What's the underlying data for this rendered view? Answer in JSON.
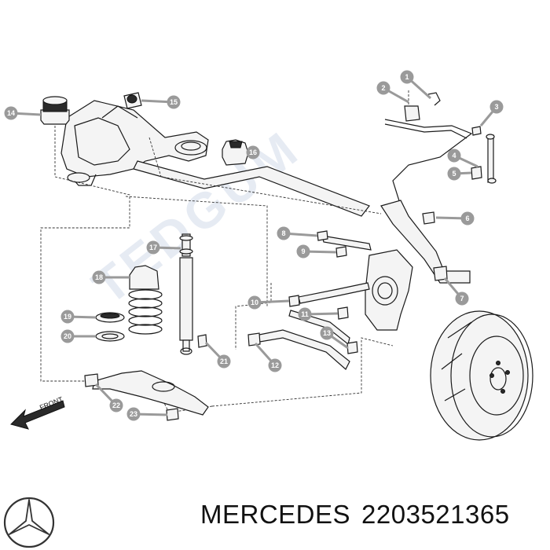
{
  "callouts": [
    {
      "n": "1"
    },
    {
      "n": "2"
    },
    {
      "n": "3"
    },
    {
      "n": "4"
    },
    {
      "n": "5"
    },
    {
      "n": "6"
    },
    {
      "n": "7"
    },
    {
      "n": "8"
    },
    {
      "n": "9"
    },
    {
      "n": "10"
    },
    {
      "n": "11"
    },
    {
      "n": "12"
    },
    {
      "n": "13"
    },
    {
      "n": "14"
    },
    {
      "n": "15"
    },
    {
      "n": "16"
    },
    {
      "n": "17"
    },
    {
      "n": "18"
    },
    {
      "n": "19"
    },
    {
      "n": "20"
    },
    {
      "n": "21"
    },
    {
      "n": "22"
    },
    {
      "n": "23"
    }
  ],
  "front_label": "FRONT",
  "watermark": "TEDGUM",
  "caption": {
    "brand": "MERCEDES",
    "part_number": "2203521365"
  },
  "colors": {
    "callout_fill": "#9a9a9a",
    "line": "#1a1a1a",
    "watermark": "#e6ebf3"
  },
  "icons": {
    "brand_logo": "mercedes-star-icon",
    "front_arrow": "front-arrow-icon"
  }
}
